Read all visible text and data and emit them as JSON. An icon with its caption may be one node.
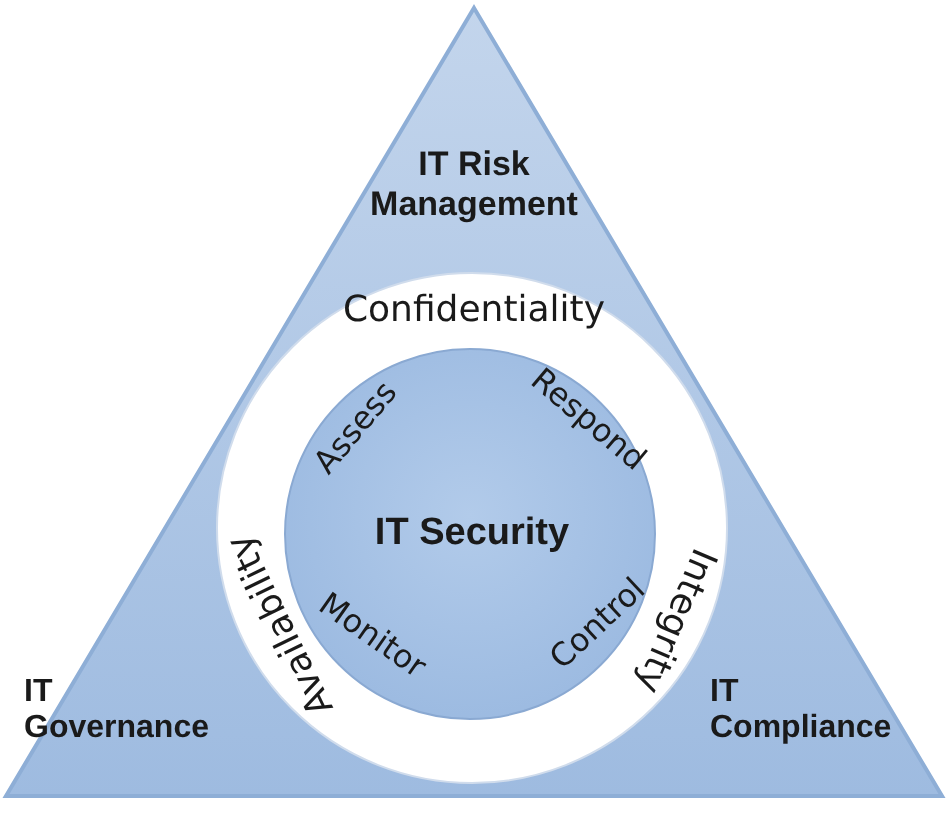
{
  "diagram": {
    "nodes": [
      {
        "text": [
          "IT Risk Management",
          "IT Governance",
          "IT Compliance"
        ]
      },
      {
        "text": [
          "Confidentiality",
          "Integrity",
          "Availability"
        ],
        "in": 0
      },
      {
        "text": [
          "IT Security",
          "Assess",
          "Respond",
          "Control",
          "Monitor"
        ],
        "in": 1
      }
    ]
  }
}
